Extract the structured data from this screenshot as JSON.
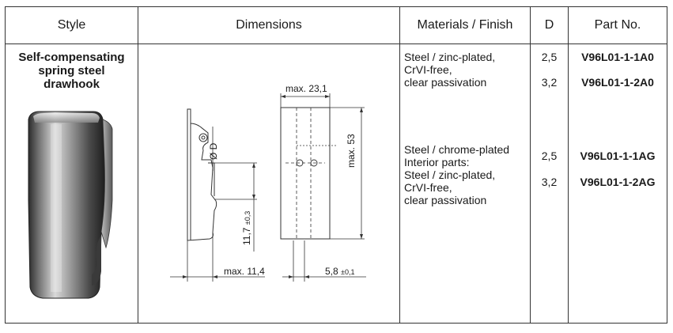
{
  "headers": {
    "style": "Style",
    "dimensions": "Dimensions",
    "materials": "Materials / Finish",
    "d": "D",
    "part_no": "Part No."
  },
  "style_title_lines": [
    "Self-compensating",
    "spring steel",
    "drawhook"
  ],
  "materials": {
    "group1": [
      "Steel / zinc-plated,",
      "CrVI-free,",
      "clear passivation"
    ],
    "group2": [
      "Steel / chrome-plated",
      "Interior parts:",
      "Steel / zinc-plated,",
      "CrVI-free,",
      "clear passivation"
    ]
  },
  "rows": [
    {
      "d": "2,5",
      "part": "V96L01-1-1A0"
    },
    {
      "d": "3,2",
      "part": "V96L01-1-2A0"
    },
    {
      "d": "2,5",
      "part": "V96L01-1-1AG"
    },
    {
      "d": "3,2",
      "part": "V96L01-1-2AG"
    }
  ],
  "dimensions": {
    "width_top": "max. 23,1",
    "height": "max. 53",
    "diameter": "Ø D",
    "hook_height": "11,7",
    "hook_height_tol": "±0,3",
    "depth": "max. 11,4",
    "thickness": "5,8",
    "thickness_tol": "±0,1"
  }
}
